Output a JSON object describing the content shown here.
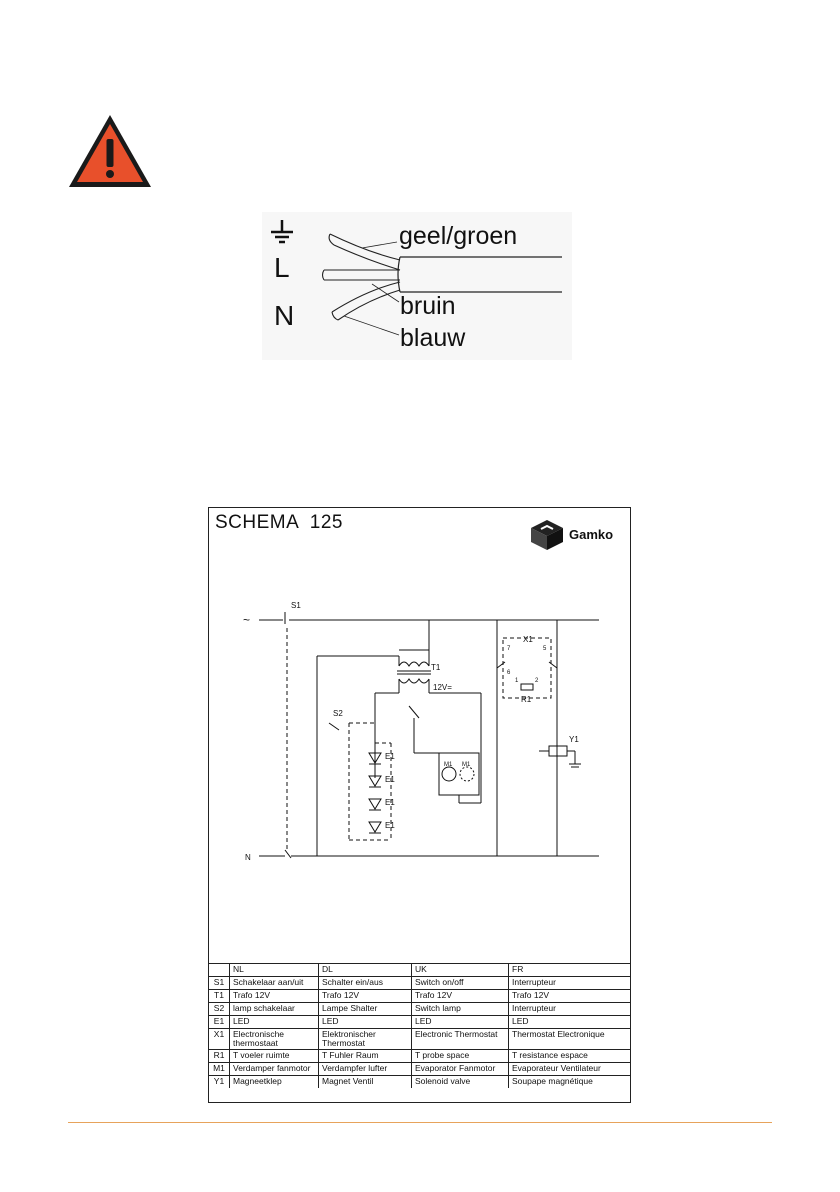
{
  "warning": {
    "icon": "warning-triangle-icon",
    "fill": "#e8502b",
    "stroke": "#1a1a1a"
  },
  "cable": {
    "symbols": {
      "earth": "earth-ground-icon",
      "live": "L",
      "neutral": "N"
    },
    "labels": {
      "earth": "geel/groen",
      "live": "bruin",
      "neutral": "blauw"
    }
  },
  "schema": {
    "title": "SCHEMA  125",
    "brand": "Gamko",
    "circuit": {
      "ac_symbol": "~",
      "neutral": "N",
      "s1": "S1",
      "t1": "T1",
      "voltage": "12V=",
      "s2": "S2",
      "e1": "E1",
      "m1": "M1",
      "x1": "X1",
      "r1": "R1",
      "y1": "Y1",
      "pin1": "1",
      "pin2": "2",
      "pin5": "5",
      "pin6": "6",
      "pin7": "7"
    },
    "legend": {
      "headers": [
        "NL",
        "DL",
        "UK",
        "FR"
      ],
      "rows": [
        {
          "code": "S1",
          "nl": "Schakelaar aan/uit",
          "dl": "Schalter ein/aus",
          "uk": "Switch on/off",
          "fr": "Interrupteur"
        },
        {
          "code": "T1",
          "nl": "Trafo 12V",
          "dl": "Trafo 12V",
          "uk": "Trafo 12V",
          "fr": "Trafo 12V"
        },
        {
          "code": "S2",
          "nl": "lamp schakelaar",
          "dl": "Lampe Shalter",
          "uk": "Switch lamp",
          "fr": "Interrupteur"
        },
        {
          "code": "E1",
          "nl": "LED",
          "dl": "LED",
          "uk": "LED",
          "fr": "LED"
        },
        {
          "code": "X1",
          "nl": "Electronische thermostaat",
          "dl": "Elektronischer Thermostat",
          "uk": "Electronic Thermostat",
          "fr": "Thermostat Electronique"
        },
        {
          "code": "R1",
          "nl": "T voeler ruimte",
          "dl": "T Fuhler Raum",
          "uk": "T probe space",
          "fr": "T resistance espace"
        },
        {
          "code": "M1",
          "nl": "Verdamper fanmotor",
          "dl": "Verdampfer lufter",
          "uk": "Evaporator Fanmotor",
          "fr": "Evaporateur Ventilateur"
        },
        {
          "code": "Y1",
          "nl": "Magneetklep",
          "dl": "Magnet Ventil",
          "uk": "Solenoid valve",
          "fr": "Soupape magnétique"
        }
      ]
    }
  },
  "colors": {
    "footer_rule": "#e7a35b"
  }
}
